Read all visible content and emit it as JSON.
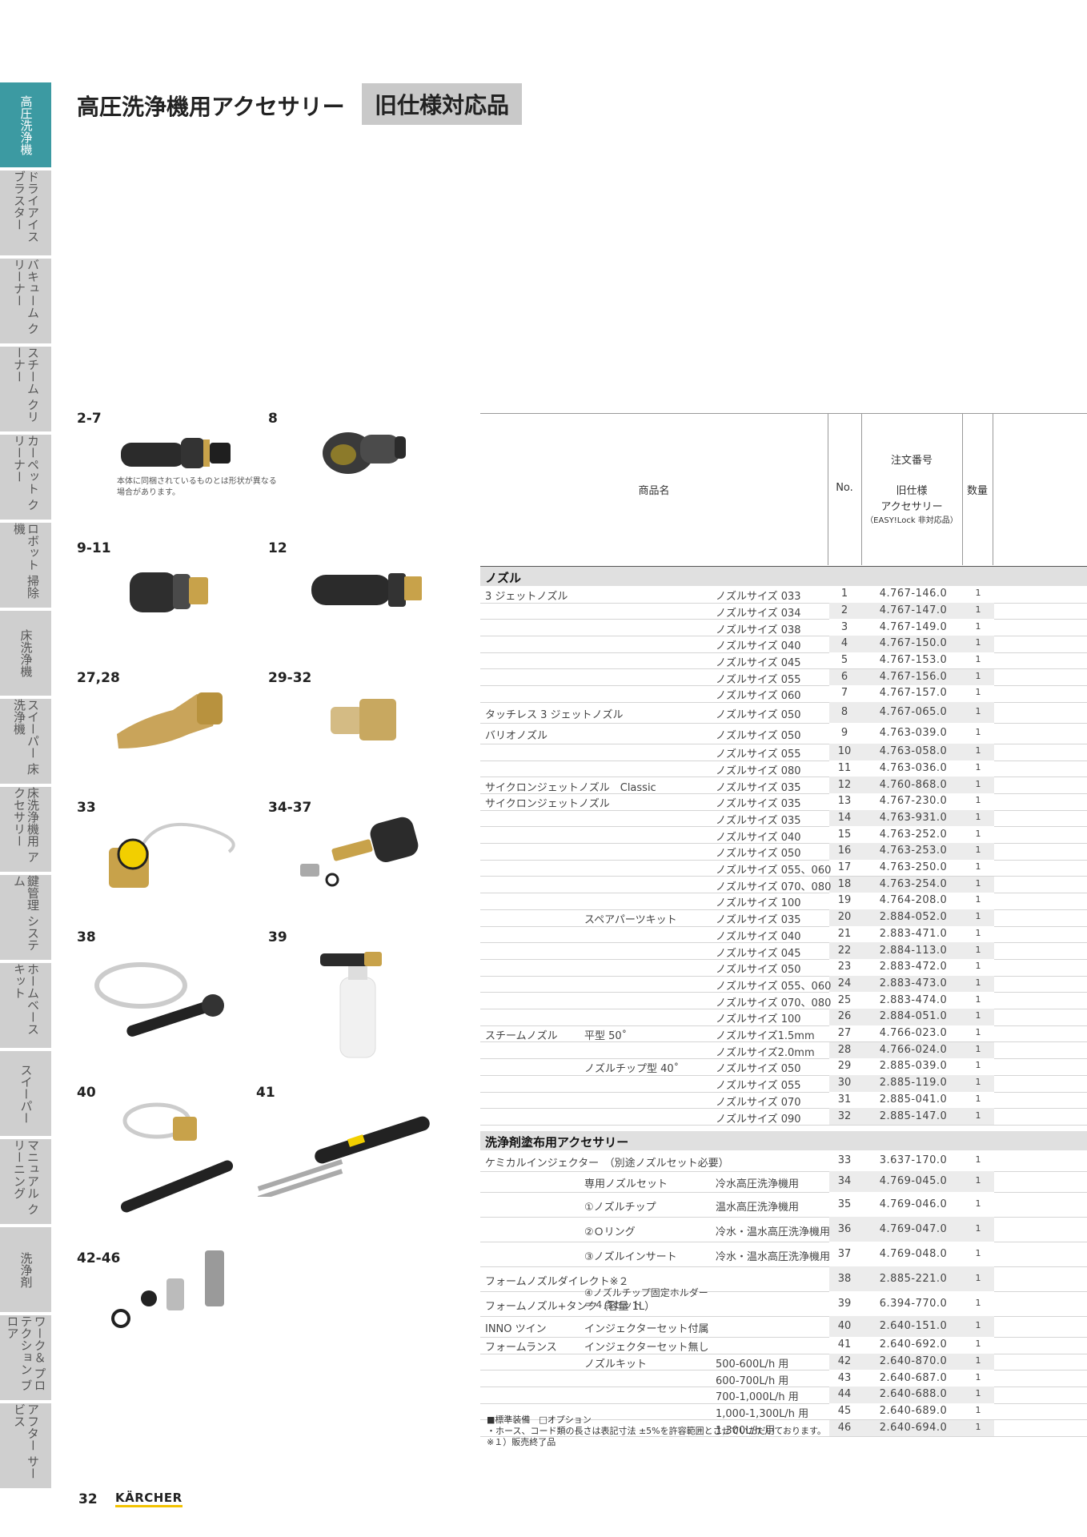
{
  "sidebar": {
    "items": [
      {
        "label": "高圧洗浄機",
        "active": true
      },
      {
        "label": "ドライアイス ブラスター",
        "active": false
      },
      {
        "label": "バキューム クリーナー",
        "active": false
      },
      {
        "label": "スチーム クリーナー",
        "active": false
      },
      {
        "label": "カーペット クリーナー",
        "active": false
      },
      {
        "label": "ロボット 掃除機",
        "active": false
      },
      {
        "label": "床洗浄機",
        "active": false
      },
      {
        "label": "スイーパー 床洗浄機",
        "active": false
      },
      {
        "label": "床洗浄機用 アクセサリー",
        "active": false
      },
      {
        "label": "鍵管理 システム",
        "active": false
      },
      {
        "label": "ホームベース キット",
        "active": false
      },
      {
        "label": "スイーパー",
        "active": false
      },
      {
        "label": "マニュアル クリーニング",
        "active": false
      },
      {
        "label": "洗浄剤",
        "active": false
      },
      {
        "label": "ワーク＆ プロテクション ブロア",
        "active": false
      },
      {
        "label": "アフター サービス",
        "active": false
      }
    ],
    "active_color": "#3c9aa2",
    "inactive_color": "#cfcfcf"
  },
  "header": {
    "title": "高圧洗浄機用アクセサリー",
    "badge": "旧仕様対応品"
  },
  "products": [
    {
      "label": "2-7",
      "note": "本体に同梱されているものとは形状が異なる場合があります。",
      "icon": "nozzle-icon"
    },
    {
      "label": "8",
      "icon": "nozzle-icon"
    },
    {
      "label": "9-11",
      "icon": "nozzle-icon"
    },
    {
      "label": "12",
      "icon": "nozzle-icon"
    },
    {
      "label": "27,28",
      "icon": "steam-nozzle-icon"
    },
    {
      "label": "29-32",
      "icon": "nozzle-tip-icon"
    },
    {
      "label": "33",
      "icon": "injector-icon"
    },
    {
      "label": "34-37",
      "icon": "nozzle-set-icon"
    },
    {
      "label": "38",
      "icon": "foam-nozzle-icon"
    },
    {
      "label": "39",
      "icon": "foam-tank-icon"
    },
    {
      "label": "40",
      "icon": "foam-lance-icon"
    },
    {
      "label": "41",
      "icon": "foam-lance-icon"
    },
    {
      "label": "42-46",
      "icon": "nozzle-kit-icon"
    }
  ],
  "table": {
    "headers": {
      "name": "商品名",
      "no": "No.",
      "order_top": "注文番号",
      "order_sub1": "旧仕様",
      "order_sub2": "アクセサリー",
      "order_sub3": "（EASY!Lock 非対応品）",
      "qty": "数量"
    },
    "sections": [
      {
        "title": "ノズル"
      },
      {
        "title": "洗浄剤塗布用アクセサリー"
      }
    ],
    "rows": [
      {
        "name": "3 ジェットノズル",
        "size": "ノズルサイズ 033",
        "no": "1",
        "order": "4.767-146.0",
        "qty": "1"
      },
      {
        "size": "ノズルサイズ 034",
        "no": "2",
        "order": "4.767-147.0",
        "qty": "1"
      },
      {
        "size": "ノズルサイズ 038",
        "no": "3",
        "order": "4.767-149.0",
        "qty": "1"
      },
      {
        "size": "ノズルサイズ 040",
        "no": "4",
        "order": "4.767-150.0",
        "qty": "1"
      },
      {
        "size": "ノズルサイズ 045",
        "no": "5",
        "order": "4.767-153.0",
        "qty": "1"
      },
      {
        "size": "ノズルサイズ 055",
        "no": "6",
        "order": "4.767-156.0",
        "qty": "1"
      },
      {
        "size": "ノズルサイズ 060",
        "no": "7",
        "order": "4.767-157.0",
        "qty": "1"
      },
      {
        "name": "タッチレス 3 ジェットノズル",
        "size": "ノズルサイズ 050",
        "no": "8",
        "order": "4.767-065.0",
        "qty": "1"
      },
      {
        "name": "バリオノズル",
        "size": "ノズルサイズ 050",
        "no": "9",
        "order": "4.763-039.0",
        "qty": "1"
      },
      {
        "size": "ノズルサイズ 055",
        "no": "10",
        "order": "4.763-058.0",
        "qty": "1"
      },
      {
        "size": "ノズルサイズ 080",
        "no": "11",
        "order": "4.763-036.0",
        "qty": "1"
      },
      {
        "name": "サイクロンジェットノズル　Classic",
        "size": "ノズルサイズ 035",
        "no": "12",
        "order": "4.760-868.0",
        "qty": "1"
      },
      {
        "name": "サイクロンジェットノズル",
        "size": "ノズルサイズ 035",
        "no": "13",
        "order": "4.767-230.0",
        "qty": "1"
      },
      {
        "size": "ノズルサイズ 035",
        "no": "14",
        "order": "4.763-931.0",
        "qty": "1"
      },
      {
        "size": "ノズルサイズ 040",
        "no": "15",
        "order": "4.763-252.0",
        "qty": "1"
      },
      {
        "size": "ノズルサイズ 050",
        "no": "16",
        "order": "4.763-253.0",
        "qty": "1"
      },
      {
        "size": "ノズルサイズ 055、060",
        "no": "17",
        "order": "4.763-250.0",
        "qty": "1"
      },
      {
        "size": "ノズルサイズ 070、080",
        "no": "18",
        "order": "4.763-254.0",
        "qty": "1"
      },
      {
        "size": "ノズルサイズ 100",
        "no": "19",
        "order": "4.764-208.0",
        "qty": "1"
      },
      {
        "sub": "スペアパーツキット",
        "size": "ノズルサイズ 035",
        "no": "20",
        "order": "2.884-052.0",
        "qty": "1"
      },
      {
        "size": "ノズルサイズ 040",
        "no": "21",
        "order": "2.883-471.0",
        "qty": "1"
      },
      {
        "size": "ノズルサイズ 045",
        "no": "22",
        "order": "2.884-113.0",
        "qty": "1"
      },
      {
        "size": "ノズルサイズ 050",
        "no": "23",
        "order": "2.883-472.0",
        "qty": "1"
      },
      {
        "size": "ノズルサイズ 055、060",
        "no": "24",
        "order": "2.883-473.0",
        "qty": "1"
      },
      {
        "size": "ノズルサイズ 070、080",
        "no": "25",
        "order": "2.883-474.0",
        "qty": "1"
      },
      {
        "size": "ノズルサイズ 100",
        "no": "26",
        "order": "2.884-051.0",
        "qty": "1"
      },
      {
        "name": "スチームノズル",
        "sub": "平型 50˚",
        "size": "ノズルサイズ1.5mm",
        "no": "27",
        "order": "4.766-023.0",
        "qty": "1"
      },
      {
        "size": "ノズルサイズ2.0mm",
        "no": "28",
        "order": "4.766-024.0",
        "qty": "1"
      },
      {
        "sub": "ノズルチップ型 40˚",
        "size": "ノズルサイズ 050",
        "no": "29",
        "order": "2.885-039.0",
        "qty": "1"
      },
      {
        "size": "ノズルサイズ 055",
        "no": "30",
        "order": "2.885-119.0",
        "qty": "1"
      },
      {
        "size": "ノズルサイズ 070",
        "no": "31",
        "order": "2.885-041.0",
        "qty": "1"
      },
      {
        "size": "ノズルサイズ 090",
        "no": "32",
        "order": "2.885-147.0",
        "qty": "1"
      },
      {
        "name": "ケミカルインジェクター　（別途ノズルセット必要）",
        "no": "33",
        "order": "3.637-170.0",
        "qty": "1"
      },
      {
        "sub": "専用ノズルセット",
        "size": "冷水高圧洗浄機用",
        "no": "34",
        "order": "4.769-045.0",
        "qty": "1"
      },
      {
        "sub": "①ノズルチップ",
        "size": "温水高圧洗浄機用",
        "no": "35",
        "order": "4.769-046.0",
        "qty": "1"
      },
      {
        "sub": "②Ｏリング",
        "size": "冷水・温水高圧洗浄機用",
        "no": "36",
        "order": "4.769-047.0",
        "qty": "1"
      },
      {
        "sub": "③ノズルインサート",
        "size": "冷水・温水高圧洗浄機用",
        "no": "37",
        "order": "4.769-048.0",
        "qty": "1"
      },
      {
        "name": "フォームノズルダイレクト※２",
        "no": "38",
        "order": "2.885-221.0",
        "qty": "1"
      },
      {
        "name": "フォームノズル+タンク（容量 1L）",
        "no": "39",
        "order": "6.394-770.0",
        "qty": "1"
      },
      {
        "name": "INNO ツイン",
        "sub": "インジェクターセット付属",
        "no": "40",
        "order": "2.640-151.0",
        "qty": "1"
      },
      {
        "name": "フォームランス",
        "sub": "インジェクターセット無し",
        "no": "41",
        "order": "2.640-692.0",
        "qty": "1"
      },
      {
        "sub": "ノズルキット",
        "size": "500-600L/h 用",
        "no": "42",
        "order": "2.640-870.0",
        "qty": "1"
      },
      {
        "size": "600-700L/h 用",
        "no": "43",
        "order": "2.640-687.0",
        "qty": "1"
      },
      {
        "size": "700-1,000L/h 用",
        "no": "44",
        "order": "2.640-688.0",
        "qty": "1"
      },
      {
        "size": "1,000-1,300L/h 用",
        "no": "45",
        "order": "2.640-689.0",
        "qty": "1"
      },
      {
        "size": "1,300L/h 用",
        "no": "46",
        "order": "2.640-694.0",
        "qty": "1"
      }
    ],
    "nozzleset_extra": [
      "④ノズルチップ固定ホルダー",
      "＝４点セット"
    ]
  },
  "notes": {
    "legend": "■標準装備　□オプション",
    "line1": "・ホース、コード類の長さは表記寸法 ±5%を許容範囲とさせていただいております。",
    "line2": "※１）販売終了品"
  },
  "footer": {
    "page": "32",
    "brand": "KÄRCHER"
  }
}
